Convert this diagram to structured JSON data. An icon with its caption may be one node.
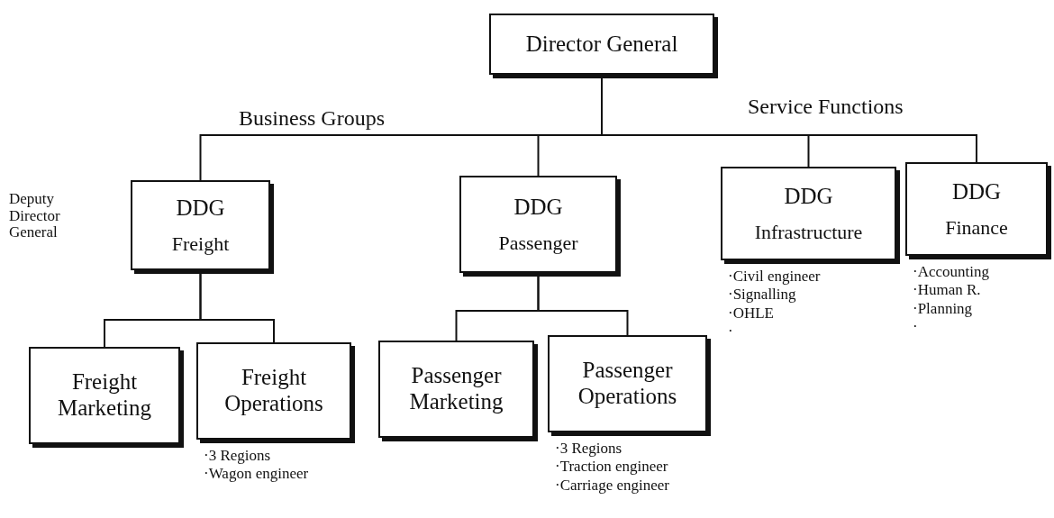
{
  "diagram": {
    "nodes": [
      {
        "text": [
          "Director General"
        ]
      },
      {
        "text": [
          "DDG",
          "Freight"
        ]
      },
      {
        "text": [
          "DDG",
          "Passenger"
        ]
      },
      {
        "text": [
          "DDG",
          "Infrastructure"
        ],
        "beside": [
          "·Civil engineer",
          "·Signalling",
          "·OHLE",
          "·"
        ]
      },
      {
        "text": [
          "DDG",
          "Finance"
        ],
        "beside": [
          "·Accounting",
          "·Human R.",
          "·Planning",
          "·"
        ]
      },
      {
        "text": [
          "Freight Marketing"
        ]
      },
      {
        "text": [
          "Freight Operations"
        ],
        "beside": [
          "·3 Regions",
          "·Wagon engineer"
        ]
      },
      {
        "text": [
          "Passenger Marketing"
        ]
      },
      {
        "text": [
          "Passenger Operations"
        ],
        "beside": [
          "·3 Regions",
          "·Traction engineer",
          "·Carriage engineer"
        ]
      }
    ],
    "edges": [
      {
        "from": 0,
        "to": 1,
        "arrow": "none"
      },
      {
        "from": 0,
        "to": 2,
        "arrow": "none"
      },
      {
        "from": 0,
        "to": 3,
        "arrow": "none"
      },
      {
        "from": 0,
        "to": 4,
        "arrow": "none"
      },
      {
        "from": 1,
        "to": 5,
        "arrow": "none"
      },
      {
        "from": 1,
        "to": 6,
        "arrow": "none"
      },
      {
        "from": 2,
        "to": 7,
        "arrow": "none"
      },
      {
        "from": 2,
        "to": 8,
        "arrow": "none"
      }
    ],
    "labels": [
      "Business Groups",
      "Service Functions",
      "Deputy Director General"
    ]
  }
}
